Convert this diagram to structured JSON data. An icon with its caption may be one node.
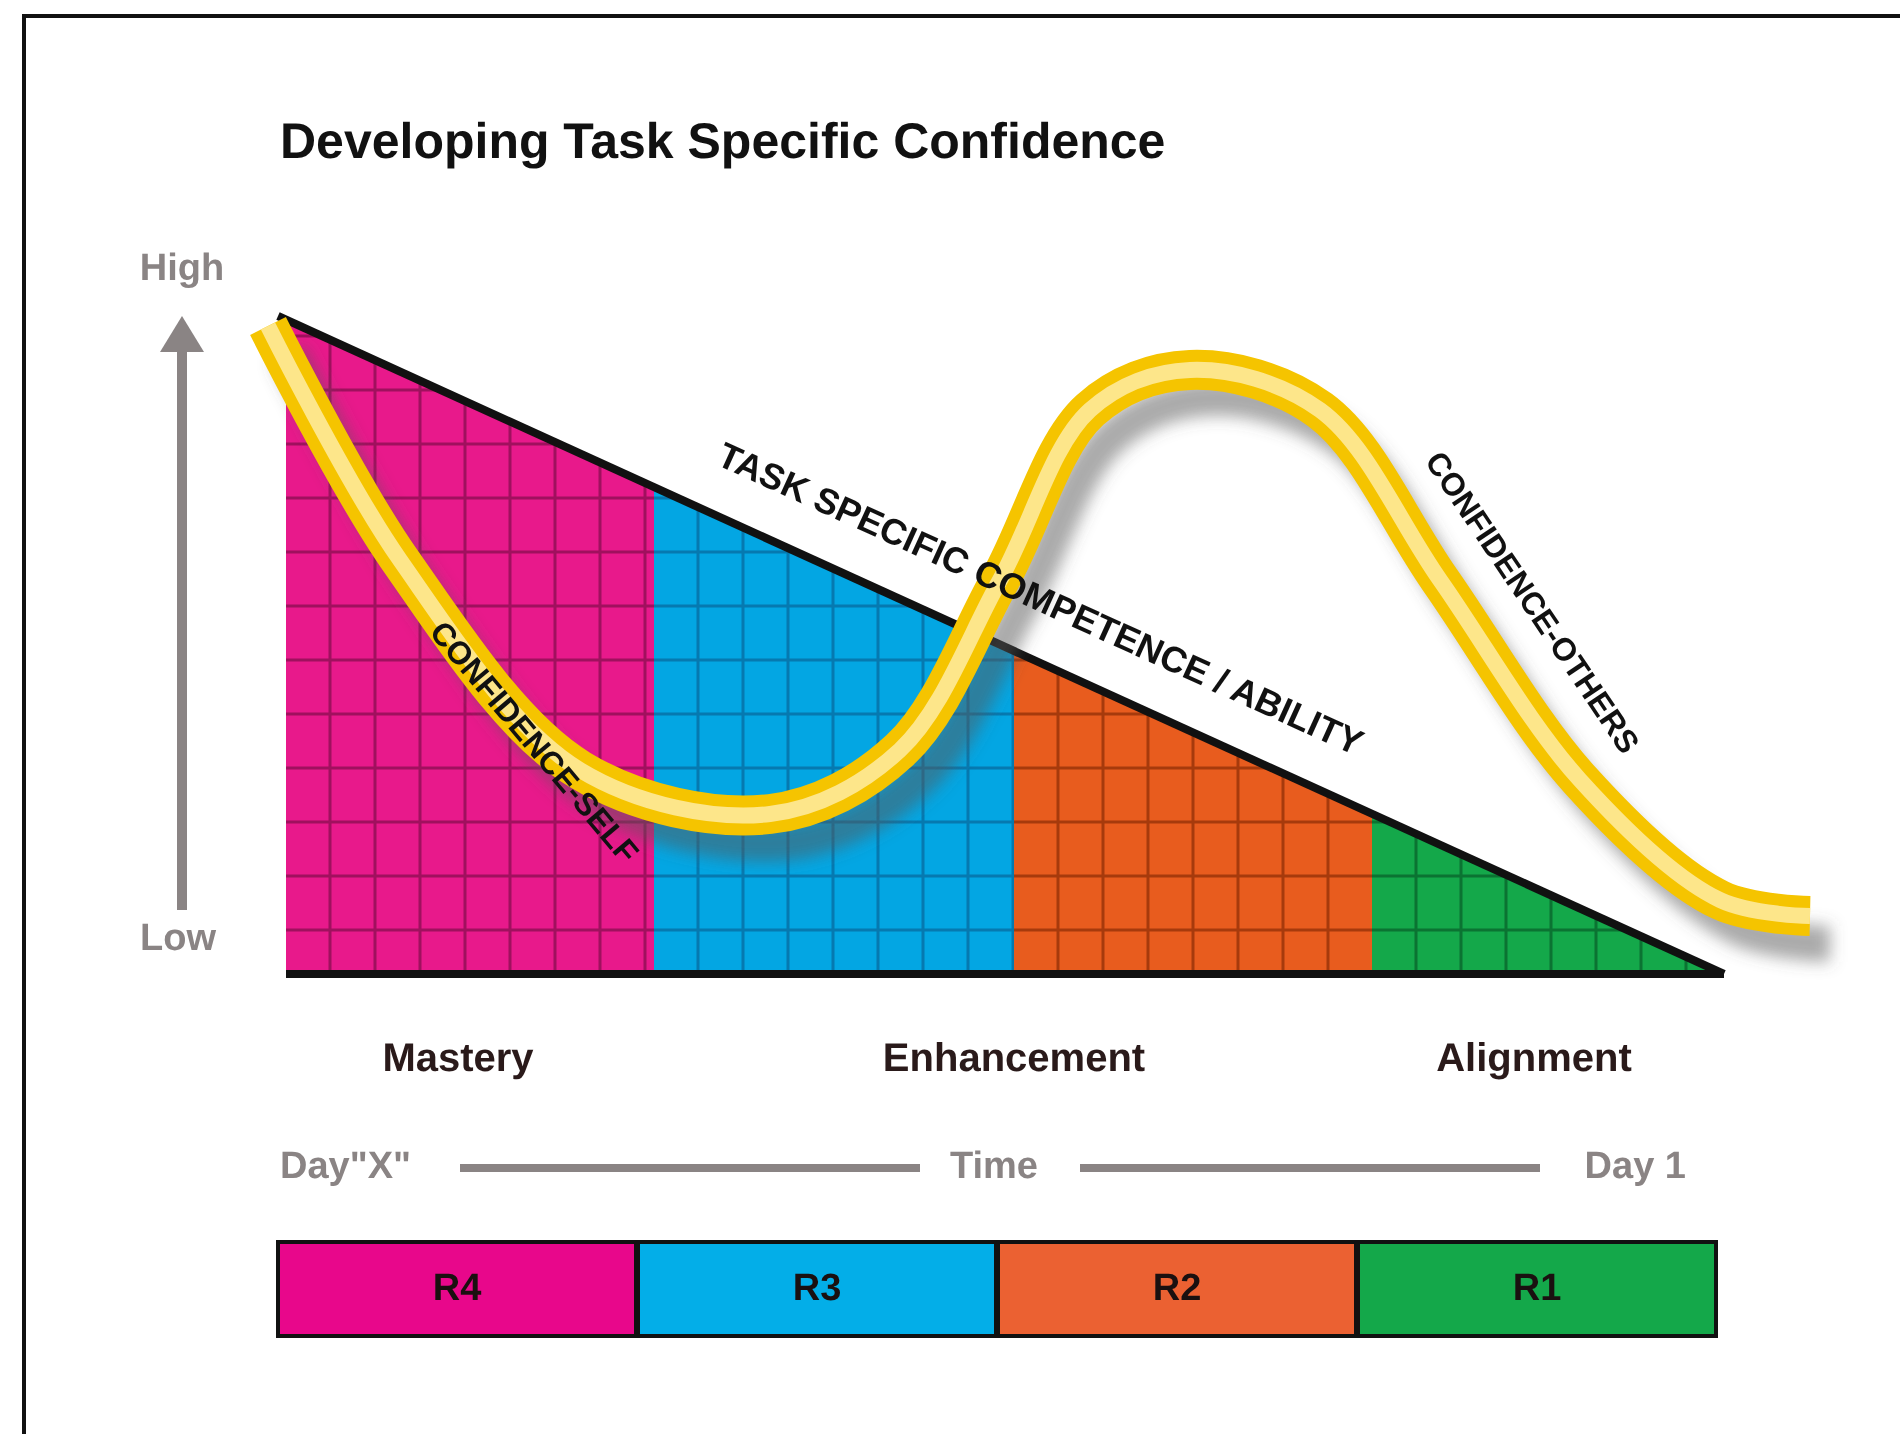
{
  "diagram": {
    "title": "Developing Task Specific Confidence",
    "nodes": [
      {
        "text": [
          "R4"
        ]
      },
      {
        "text": [
          "R3"
        ]
      },
      {
        "text": [
          "R2"
        ]
      },
      {
        "text": [
          "R1"
        ]
      }
    ],
    "labels": [
      "High",
      "CONFIDENCE-SELF",
      "TASK SPECIFIC COMPETENCE / ABILITY",
      "CONFIDENCE-OTHERS",
      "Low",
      "Mastery",
      "Enhancement",
      "Alignment",
      "Day\"X\"",
      "Time",
      "Day 1"
    ]
  }
}
